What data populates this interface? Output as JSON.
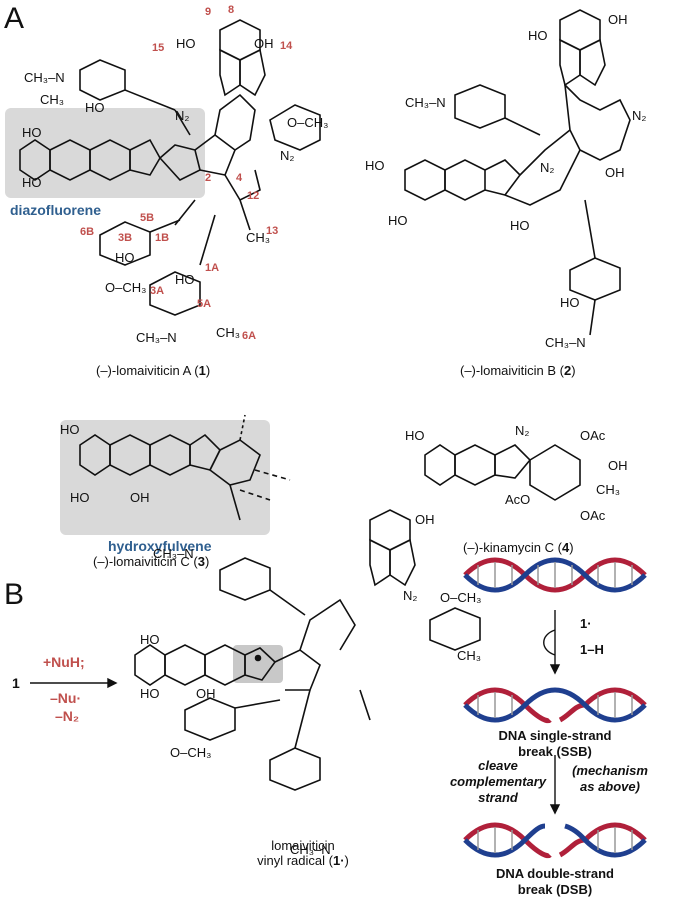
{
  "panels": {
    "a": "A",
    "b": "B"
  },
  "compounds": {
    "c1": {
      "name": "(–)-lomaiviticin A (",
      "num": "1",
      "close": ")"
    },
    "c2": {
      "name": "(–)-lomaiviticin B (",
      "num": "2",
      "close": ")"
    },
    "c3": {
      "name": "(–)-lomaiviticin C (",
      "num": "3",
      "close": ")"
    },
    "c4": {
      "name": "(–)-kinamycin C (",
      "num": "4",
      "close": ")"
    }
  },
  "motifs": {
    "diazofluorene": "diazofluorene",
    "hydroxyfulvene": "hydroxyfulvene"
  },
  "numbering": [
    "9",
    "8",
    "15",
    "14",
    "2",
    "4",
    "12",
    "13",
    "5B",
    "1B",
    "6B",
    "3B",
    "1A",
    "3A",
    "5A",
    "6A"
  ],
  "atoms": {
    "oh_ho": "HO",
    "oh": "OH",
    "ch3": "CH₃",
    "n": "N",
    "n2": "N₂",
    "o": "O",
    "ome": "O–CH₃",
    "oac": "OAc",
    "aco": "AcO",
    "h": "H",
    "ch3n": "CH₃–N"
  },
  "panel_b": {
    "reactant": "1",
    "step_top": "+NuH;",
    "step_bottom_1": "–Nu·",
    "step_bottom_2": "–N₂",
    "product_line1": "lomaiviticin",
    "product_line2": "vinyl radical (",
    "product_num": "1·",
    "product_close": ")",
    "radical_reagent": "1·",
    "radical_product": "1–H",
    "ssb_line1": "DNA single-strand",
    "ssb_line2": "break (SSB)",
    "cleave_line1": "cleave",
    "cleave_line2": "complementary",
    "cleave_line3": "strand",
    "mech_line1": "(mechanism",
    "mech_line2": "as above)",
    "dsb_line1": "DNA double-strand",
    "dsb_line2": "break (DSB)"
  },
  "colors": {
    "red": "#c0504d",
    "blue": "#2f5f8f",
    "highlight": "#d9d9d9",
    "dna_red": "#b0203a",
    "dna_blue": "#1f3f8f"
  }
}
